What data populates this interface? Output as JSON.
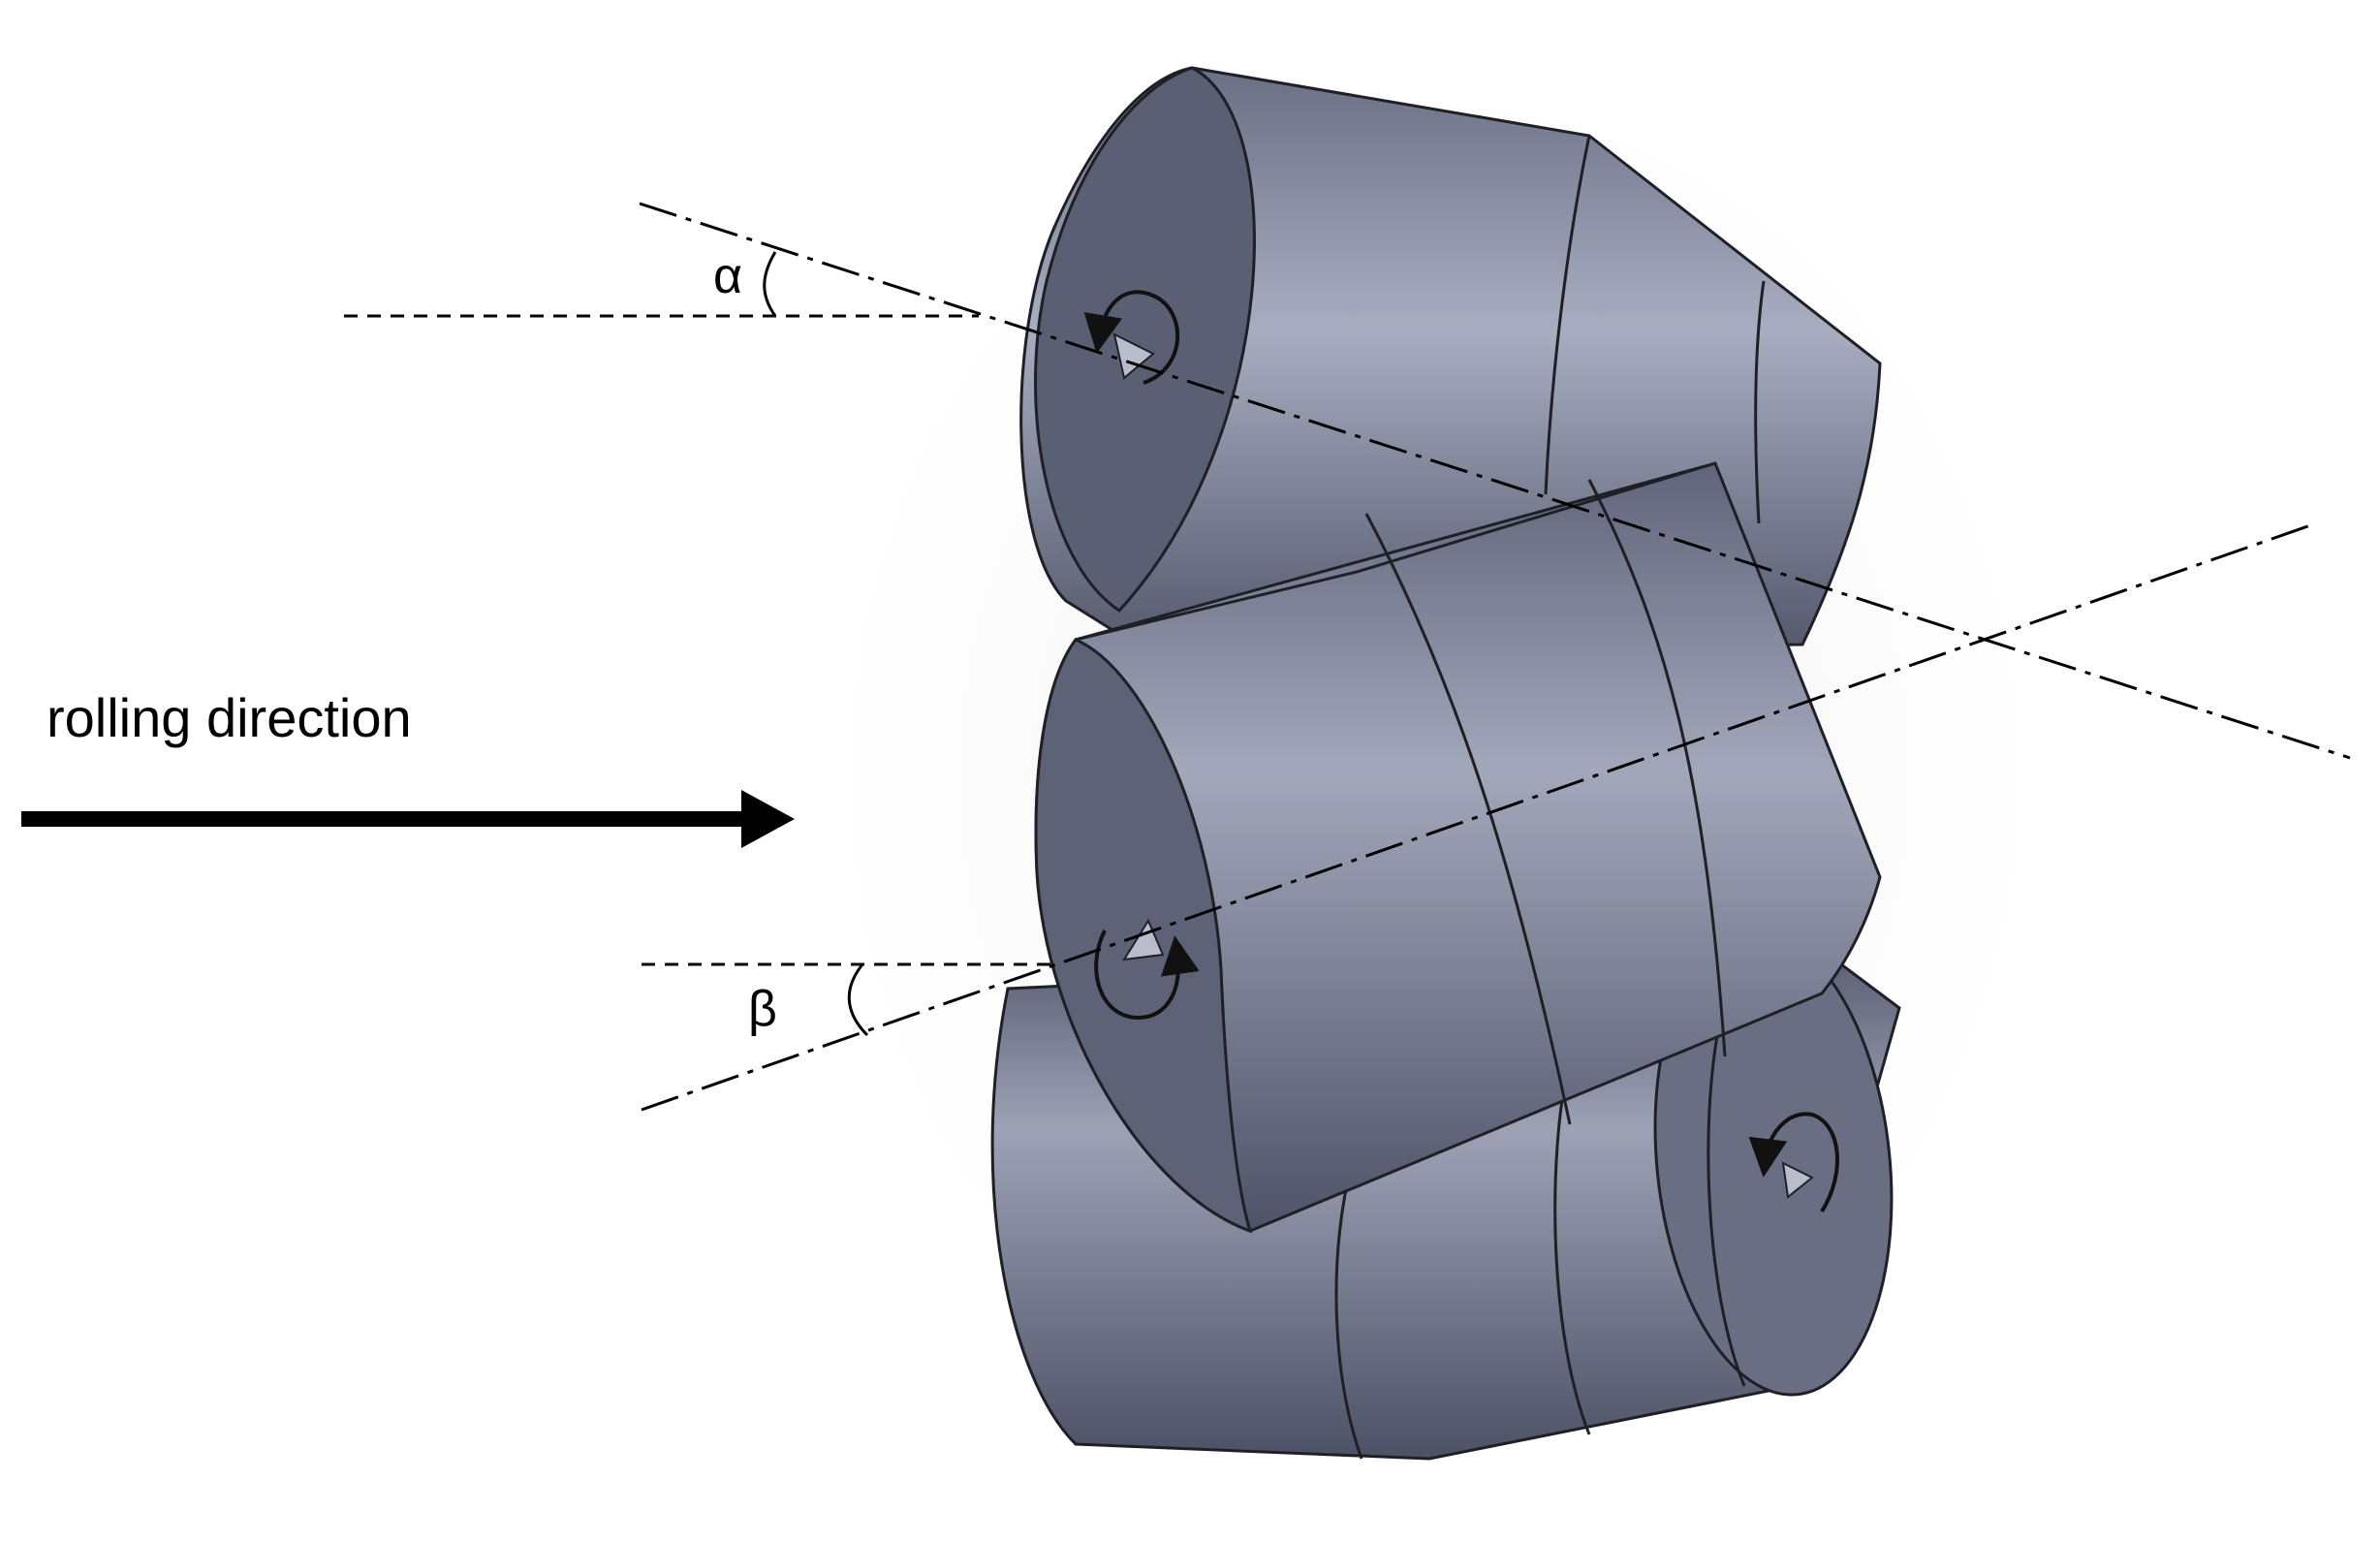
{
  "labels": {
    "rolling_direction": "rolling direction",
    "alpha": "α",
    "beta": "β"
  },
  "colors": {
    "roll_light": "#a4a8ba",
    "roll_mid": "#7c8095",
    "roll_dark": "#52566a",
    "end_face": "#6a6e82",
    "edge": "#1f1f26",
    "guide_line": "#000000",
    "background": "#ffffff"
  },
  "icons": {
    "top_roll_rotation": "rotation-arrow-icon",
    "middle_roll_rotation": "rotation-arrow-icon",
    "bottom_roll_rotation": "rotation-arrow-icon"
  }
}
